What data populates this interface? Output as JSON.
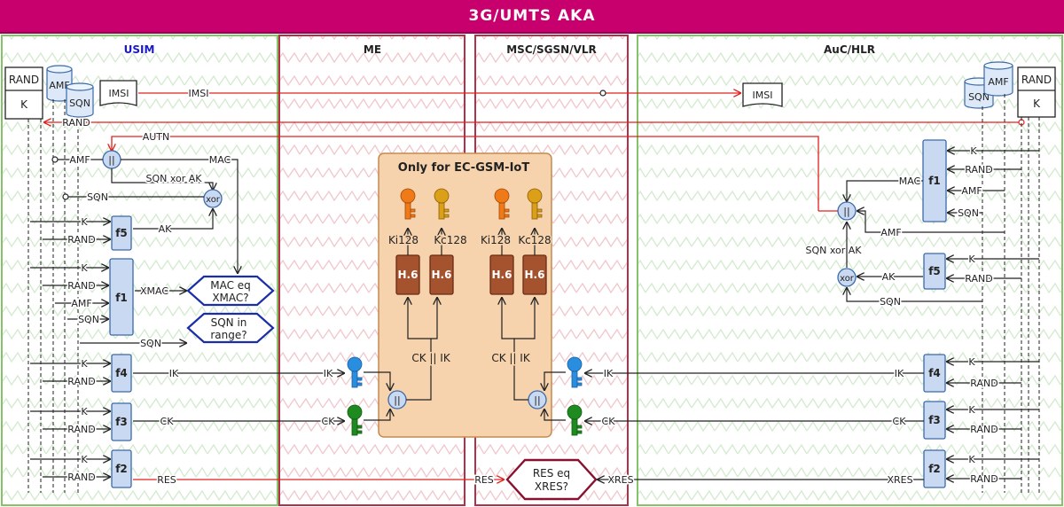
{
  "title": "3G/UMTS AKA",
  "sections": {
    "usim": "USIM",
    "me": "ME",
    "msc": "MSC/SGSN/VLR",
    "auc": "AuC/HLR"
  },
  "ec_box_title": "Only for EC-GSM-IoT",
  "store": {
    "rand": "RAND",
    "amf": "AMF",
    "sqn": "SQN",
    "k": "K",
    "imsi": "IMSI"
  },
  "func": {
    "f1": "f1",
    "f2": "f2",
    "f3": "f3",
    "f4": "f4",
    "f5": "f5",
    "h6": "H.6",
    "xor": "xor",
    "concat": "||"
  },
  "signals": {
    "imsi": "IMSI",
    "rand": "RAND",
    "autn": "AUTN",
    "amf": "AMF",
    "mac": "MAC",
    "sqn_xor_ak": "SQN xor AK",
    "sqn": "SQN",
    "k": "K",
    "ak": "AK",
    "xmac": "XMAC",
    "ik": "IK",
    "ck": "CK",
    "res": "RES",
    "xres": "XRES",
    "ck_ik": "CK || IK",
    "ki128": "Ki128",
    "kc128": "Kc128"
  },
  "decisions": {
    "mac_line1": "MAC eq",
    "mac_line2": "XMAC?",
    "sqn_line1": "SQN in",
    "sqn_line2": "range?",
    "res_line1": "RES eq",
    "res_line2": "XRES?"
  },
  "colors": {
    "title_bg": "#c8006e",
    "usim_title": "#1a1acc",
    "green_border": "#86c26a",
    "red_border": "#b23048",
    "ec_box": "#f6d3ad",
    "func_box": "#c9d9f2",
    "h6_box": "#a5522f",
    "red_line": "#e0201c",
    "key_orange": "#f07a18",
    "key_gold": "#dba018",
    "key_blue": "#2a8ee0",
    "key_green": "#1f8a1f",
    "decision_blue": "#1a2ea8",
    "decision_red": "#8a1030"
  }
}
